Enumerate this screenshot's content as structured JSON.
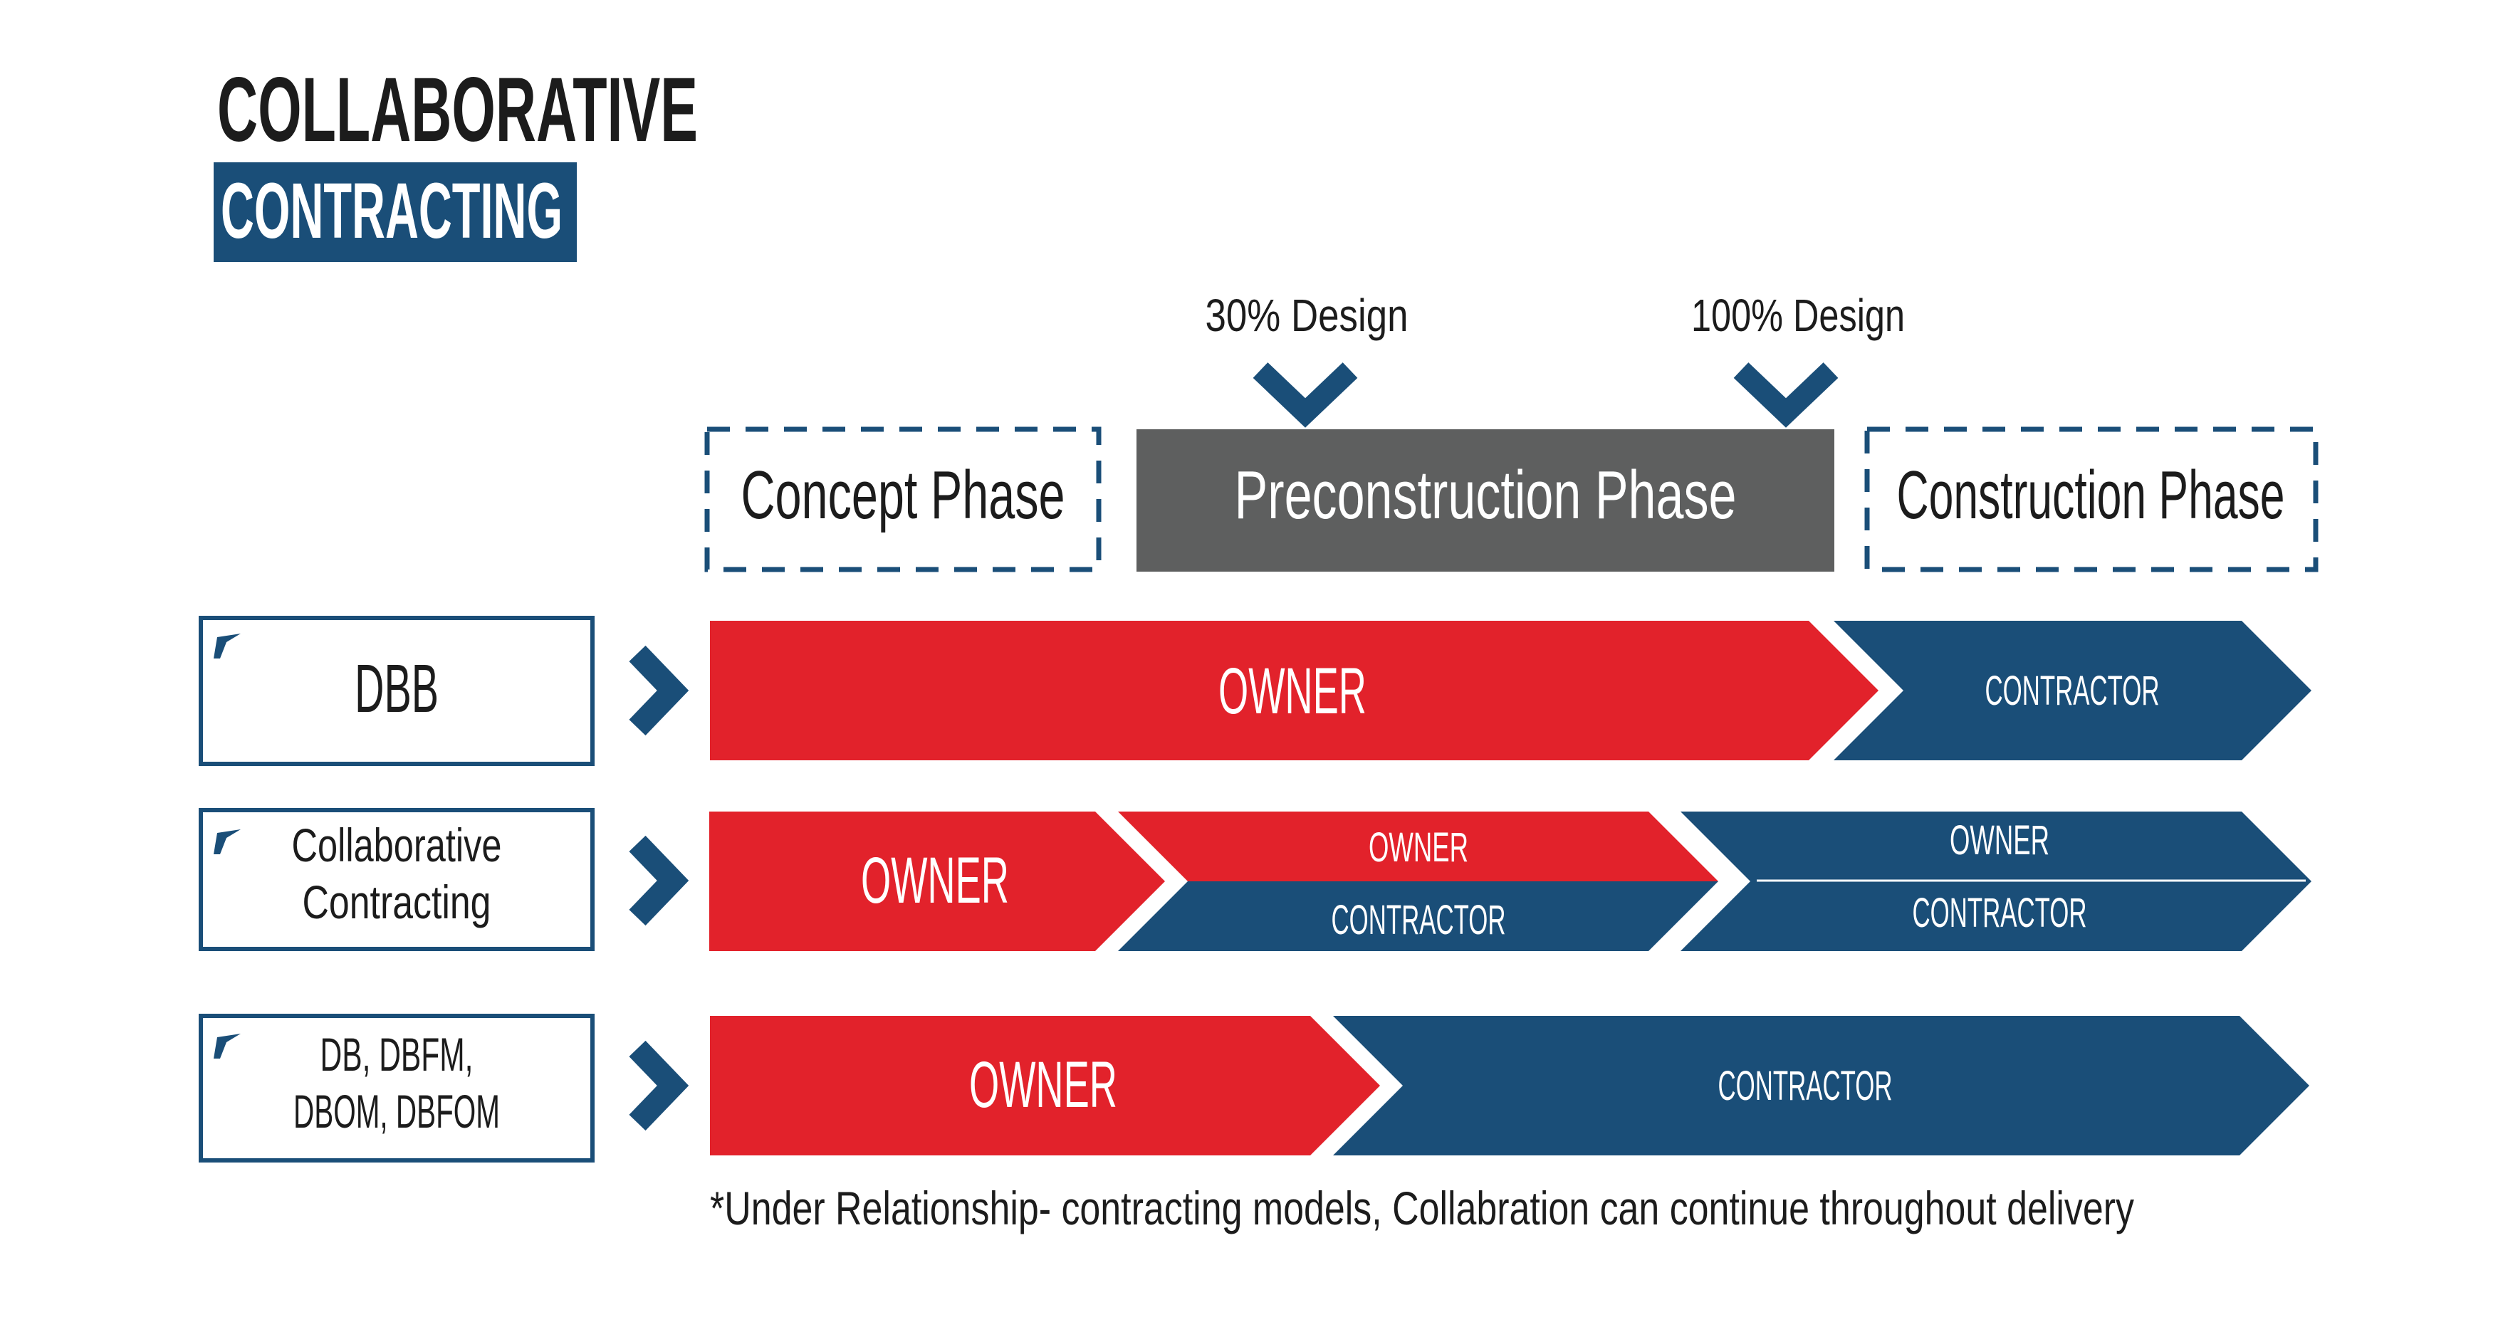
{
  "title": {
    "line1": "COLLABORATIVE",
    "line2": "CONTRACTING"
  },
  "milestones": [
    {
      "label": "30% Design"
    },
    {
      "label": "100% Design"
    }
  ],
  "phases": [
    {
      "label": "Concept Phase",
      "style": "dashed"
    },
    {
      "label": "Preconstruction Phase",
      "style": "filled"
    },
    {
      "label": "Construction Phase",
      "style": "dashed"
    }
  ],
  "rows": [
    {
      "model": [
        "DBB"
      ],
      "segments": [
        {
          "top": "OWNER",
          "bottom": ""
        },
        {
          "top": "CONTRACTOR",
          "bottom": ""
        }
      ]
    },
    {
      "model": [
        "Collaborative",
        "Contracting"
      ],
      "segments": [
        {
          "top": "OWNER",
          "bottom": ""
        },
        {
          "top": "OWNER",
          "bottom": "CONTRACTOR"
        },
        {
          "top": "OWNER",
          "bottom": "CONTRACTOR"
        }
      ]
    },
    {
      "model": [
        "DB, DBFM,",
        "DBOM, DBFOM"
      ],
      "segments": [
        {
          "top": "OWNER",
          "bottom": ""
        },
        {
          "top": "CONTRACTOR",
          "bottom": ""
        }
      ]
    }
  ],
  "footnote": "*Under Relationship- contracting models, Collabration can continue throughout delivery",
  "colors": {
    "owner_red": "#e2222b",
    "contractor_blue": "#1a4e78",
    "phase_gray": "#5e5f5f",
    "title_dark": "#1c1c1c",
    "text_white": "#ffffff"
  }
}
